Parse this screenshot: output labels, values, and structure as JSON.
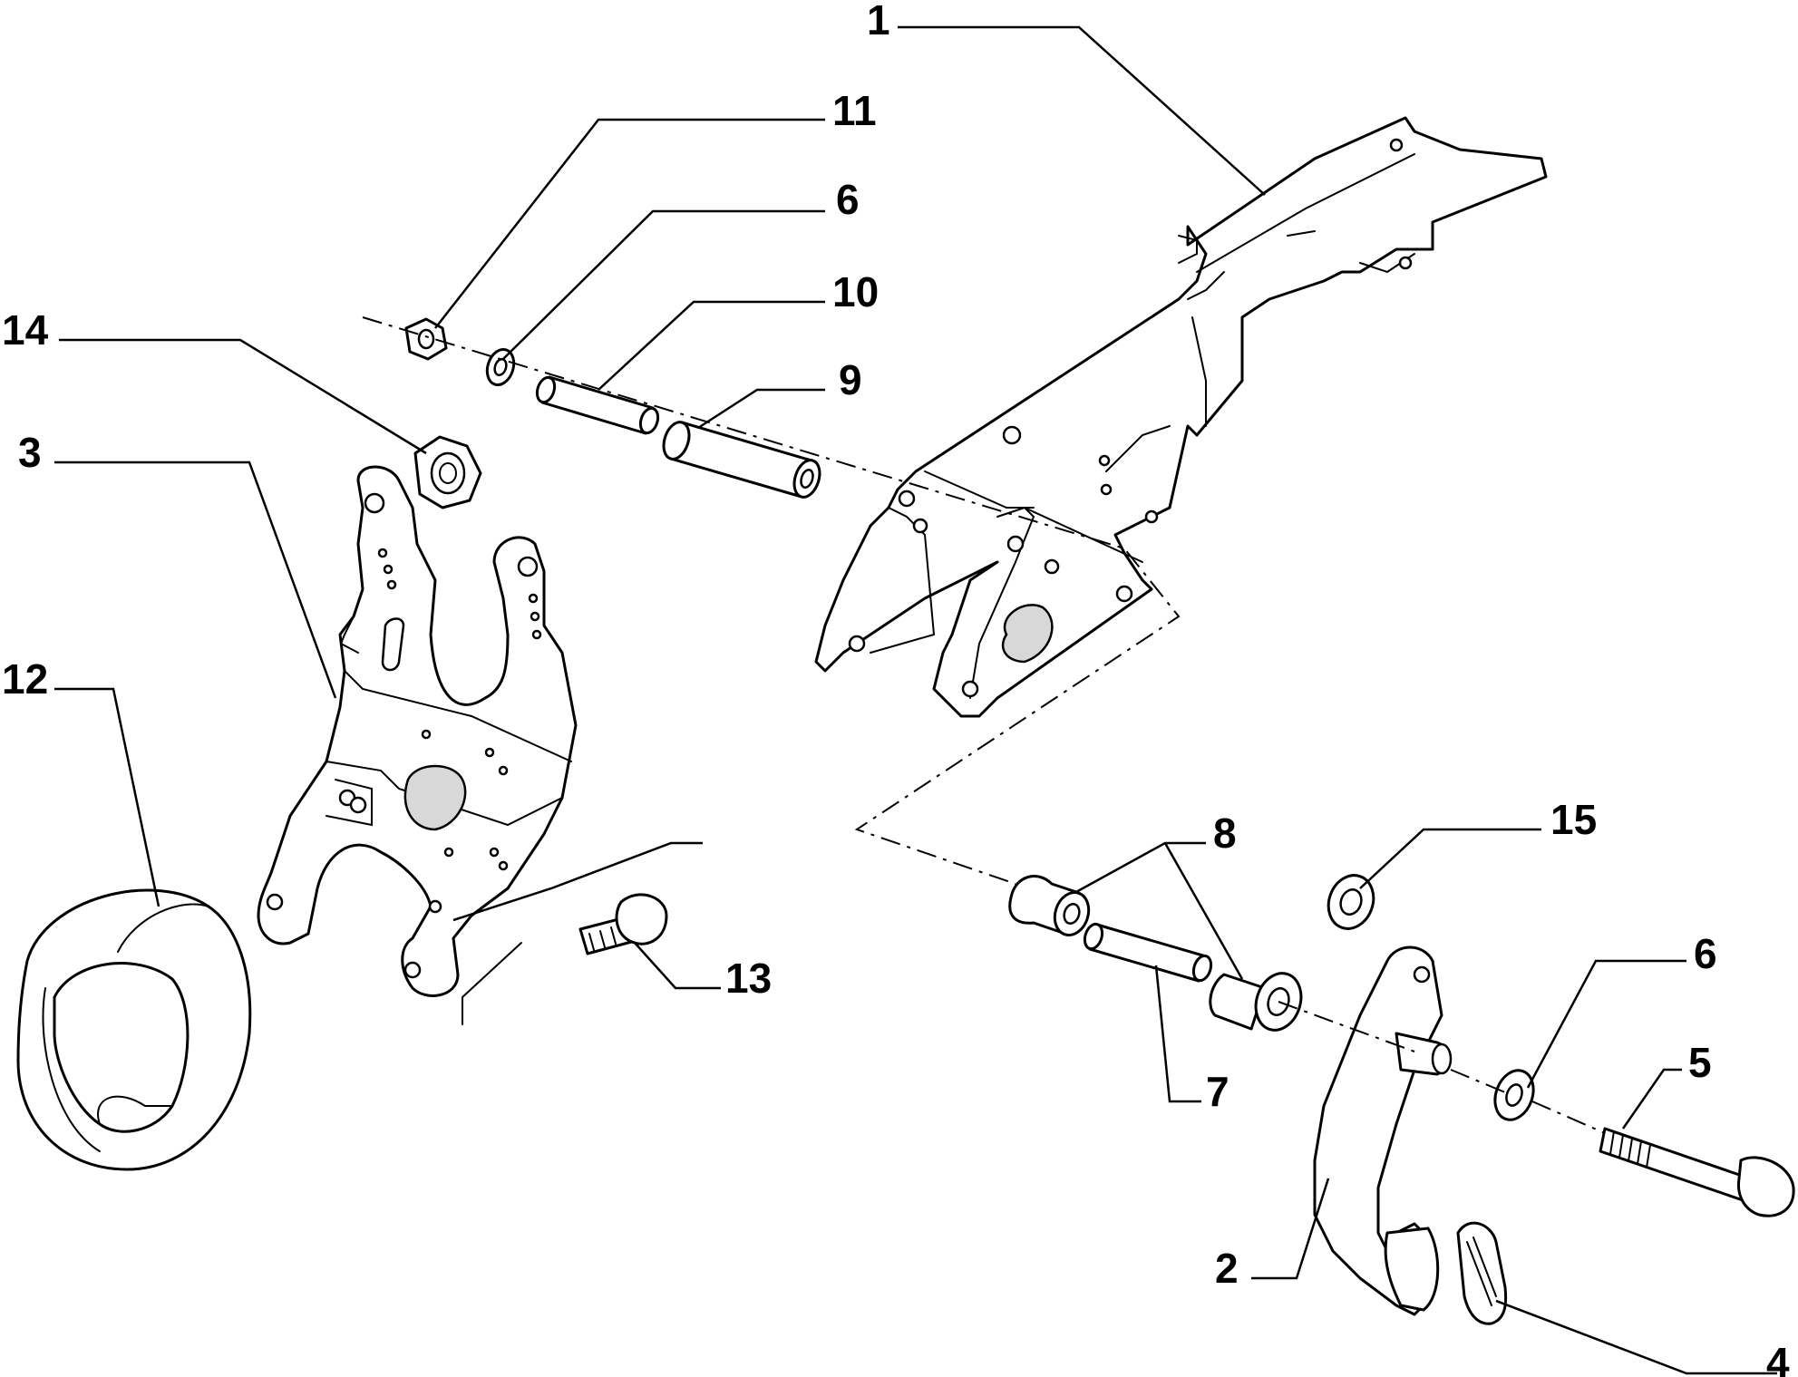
{
  "callouts": [
    {
      "id": "c1",
      "label": "1"
    },
    {
      "id": "c2",
      "label": "2"
    },
    {
      "id": "c3",
      "label": "3"
    },
    {
      "id": "c4",
      "label": "4"
    },
    {
      "id": "c5",
      "label": "5"
    },
    {
      "id": "c6a",
      "label": "6"
    },
    {
      "id": "c6b",
      "label": "6"
    },
    {
      "id": "c7",
      "label": "7"
    },
    {
      "id": "c8",
      "label": "8"
    },
    {
      "id": "c9",
      "label": "9"
    },
    {
      "id": "c10",
      "label": "10"
    },
    {
      "id": "c11",
      "label": "11"
    },
    {
      "id": "c12",
      "label": "12"
    },
    {
      "id": "c13",
      "label": "13"
    },
    {
      "id": "c14",
      "label": "14"
    },
    {
      "id": "c15",
      "label": "15"
    }
  ],
  "colors": {
    "line": "#000000",
    "background": "#ffffff"
  }
}
